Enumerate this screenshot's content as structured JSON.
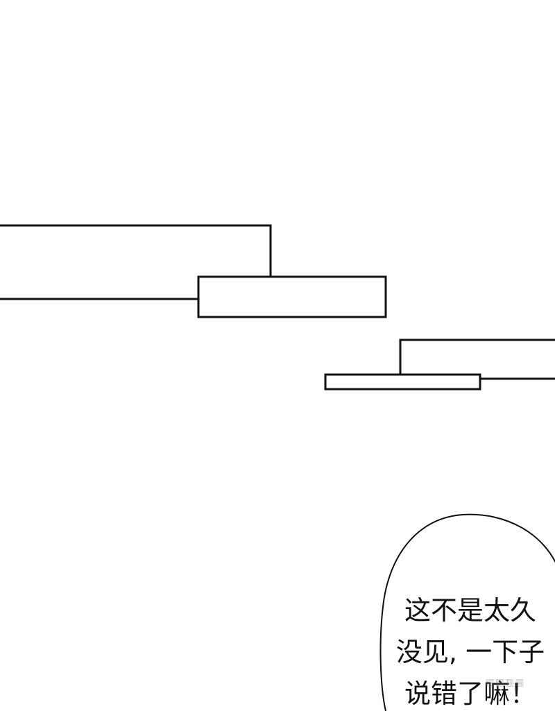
{
  "speech_bubble": {
    "lines": [
      "这不是太久",
      "没见, 一下子",
      "说错了嘛！"
    ]
  },
  "colors": {
    "ink": "#111111",
    "background": "#ffffff"
  }
}
